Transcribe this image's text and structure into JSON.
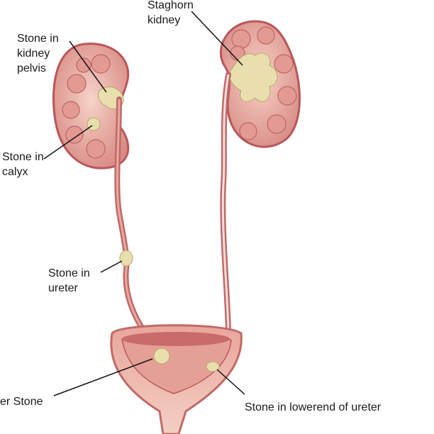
{
  "labels": {
    "staghorn": [
      "Staghorn",
      "kidney"
    ],
    "pelvis": [
      "Stone in",
      "kidney",
      "pelvis"
    ],
    "calyx": [
      "Stone in",
      "calyx"
    ],
    "ureter": [
      "Stone in",
      "ureter"
    ],
    "bladder": "er Stone",
    "lowerend": "Stone in lowerend of ureter"
  },
  "colors": {
    "tissue": "#e8a9a0",
    "tissue_dark": "#b8575a",
    "cortex": "#f2c4b8",
    "stone": "#e9dfae"
  }
}
